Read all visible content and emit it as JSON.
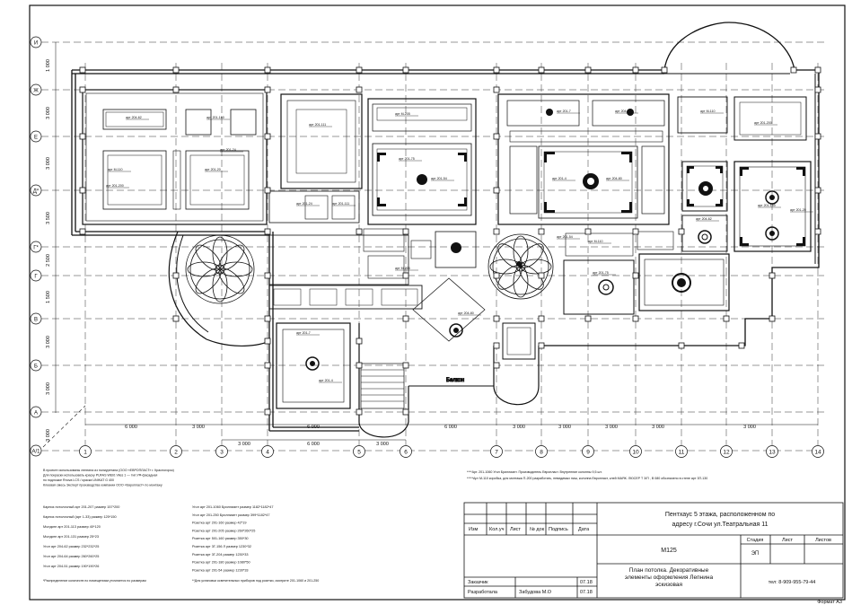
{
  "plan": {
    "top_axes": [
      "И",
      "Ж",
      "Е",
      "Д*",
      "Г*",
      "Г",
      "В",
      "Б",
      "А",
      "А/1"
    ],
    "side_dims": [
      "1 000",
      "3 000",
      "3 000",
      "3 500",
      "2 500",
      "1 500",
      "3 000",
      "3 000",
      "3 000"
    ],
    "bottom_axes": [
      "1",
      "2",
      "3",
      "4",
      "5",
      "6",
      "7",
      "8",
      "9",
      "10",
      "11",
      "12",
      "13",
      "14"
    ],
    "bottom_dims_row1": [
      "6 000",
      "3 000",
      "6 000",
      "6 000",
      "3 000",
      "3 000",
      "3 000",
      "3 000",
      "3 000"
    ],
    "bottom_dims_row2": [
      "3 000",
      "6 000",
      "3 000"
    ],
    "room_label_balcony": "Балкон",
    "tag_samples": [
      "арт 204-62",
      "арт М-110",
      "арт 201-200",
      "арт 201-160",
      "арт 201-20",
      "арт 201-24",
      "арт 201-111",
      "арт М-205",
      "арт 201-75",
      "арт 201-54",
      "арт 201-7",
      "арт 201-4",
      "арт 204-80"
    ]
  },
  "notes": {
    "left": [
      "В проекте использованы лепнина из полиуретана (ООО «ЕВРОПЛАСТ» г. Красногорск)",
      "Для покраски использовать краску PUFAS WEIß Vlies 1 — тип УФ-фасадная",
      "по подложке Rnova LCS / краска UNIKAT G 400",
      "Клеевая смесь Эксперт производства компании ООО «Европласт» по монтажу"
    ],
    "right_top": [
      "****Арт. 201-1060 Угол Бриллиант. Производитель Европласт. Внутренние колонны 9,5 шт.",
      "*****Арт М-110 коробка, для монтажа П-200 разработать, невидимых ниш, колонна Европласт, клей МАЯК. ЛЮСЕР Т 3/П , В 080 обозначено в стене арт 3П-130"
    ],
    "col1": [
      "Карниз потолочный арт 201-207 размер 157*200",
      "Карниз потолочный (арт 1-33) размер 125*150",
      "Молдинг арт 201-113 размер 40*120",
      "Молдинг арт 201-131 размер 25*23",
      "Угол арт 204-62 размер 232*232*25",
      "Угол арт 204-64 размер 260*260*25",
      "Угол арт 204-51 размер 190*190*26"
    ],
    "col1_footer": "*Распределение количеств по помещениям уточняется по размерам",
    "col2": [
      "Угол арт 201-1060 Бриллиант размер 1182*1182*47",
      "Угол арт 201-250 Бриллиант размер 399*1182*47",
      "Розетка арт 201-160 размер 42*19",
      "Розетка арт 201-205 размер 260*260*25",
      "Розетка арт 501-160 размер 350*30",
      "Розетка арт 3Г-156 Л размер 1230*32",
      "Розетка арт 3Г-204 размер 1230*33",
      "Розетка арт 201-180 размер 1080*50",
      "Розетка арт 201-54 размер 1230*33"
    ],
    "col2_footer": "**Для установки осветительных приборов под розетки, смотрите 201-1060 и 201-250"
  },
  "title_block": {
    "object_title": "Пентхаус 5 этажа, расположенном по адресу г.Сочи ул.Театральная 11",
    "code": "М125",
    "sheet_title": "План потолка. Декоративные элементы оформления Лепнина эскизовая",
    "col_headers": [
      "Изм",
      "Кол.уч",
      "Лист",
      "№ док",
      "Подпись",
      "Дата"
    ],
    "role_client": "Заказчик",
    "role_designer": "Разработала",
    "designer_name": "Забудова М.О",
    "date1": "07.18",
    "date2": "07.18",
    "stage_header": "Стадия",
    "sheet_header": "Лист",
    "sheets_header": "Листов",
    "stage": "ЭП",
    "phone": "тел: 8-909-955-79-44",
    "format": "Формат А3"
  }
}
